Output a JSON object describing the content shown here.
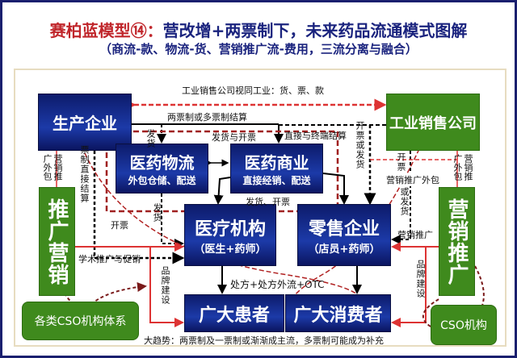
{
  "title_prefix": "赛柏蓝模型⑭：",
  "title_main": "营改增+两票制下，未来药品流通模式图解",
  "subtitle": "（商流-款、物流-货、营销推广流-费用，三流分离与融合）",
  "boxes": {
    "producer": "生产企业",
    "industry_sales": "工业销售公司",
    "logistics": "医药物流",
    "logistics_sub": "外包仓储、配送",
    "commerce": "医药商业",
    "commerce_sub": "直接经销、配送",
    "medical": "医疗机构",
    "medical_sub": "（医生+药师）",
    "retail": "零售企业",
    "retail_sub": "（店员+药师）",
    "patients": "广大患者",
    "consumers": "广大消费者",
    "left_marketing": "推广营销",
    "right_marketing": "营销推广",
    "cso_system": "各类CSO机构体系",
    "cso": "CSO机构"
  },
  "labels": {
    "top_arrow": "工业销售公司视同工业：货、票、款",
    "settlement": "两票制或多票制结算",
    "ship": "发货",
    "ship_invoice": "发货与开票",
    "direct_settle": "直接与终端结算",
    "invoice_or_ship": "开票或发货",
    "invoice_right": "开票",
    "outsourcing_left": "营销推广外包",
    "outsourcing_right_v": "营销推广外包",
    "outsourcing_right_h": "营销推广外包",
    "or_ship": "或发货",
    "direct_ticket": "票制直接结算",
    "ship_left": "发货",
    "ship_invoice2": "发货、开票",
    "invoice_left": "开票",
    "academic": "学术推广与促销",
    "brand_left": "品牌建设",
    "brand_right": "品牌建设",
    "marketing_promo": "营销推广",
    "prescription": "处方+处方外流+OTC",
    "trend": "大趋势：两票制及一票制或渐渐成主流，多票制可能成为补充"
  }
}
